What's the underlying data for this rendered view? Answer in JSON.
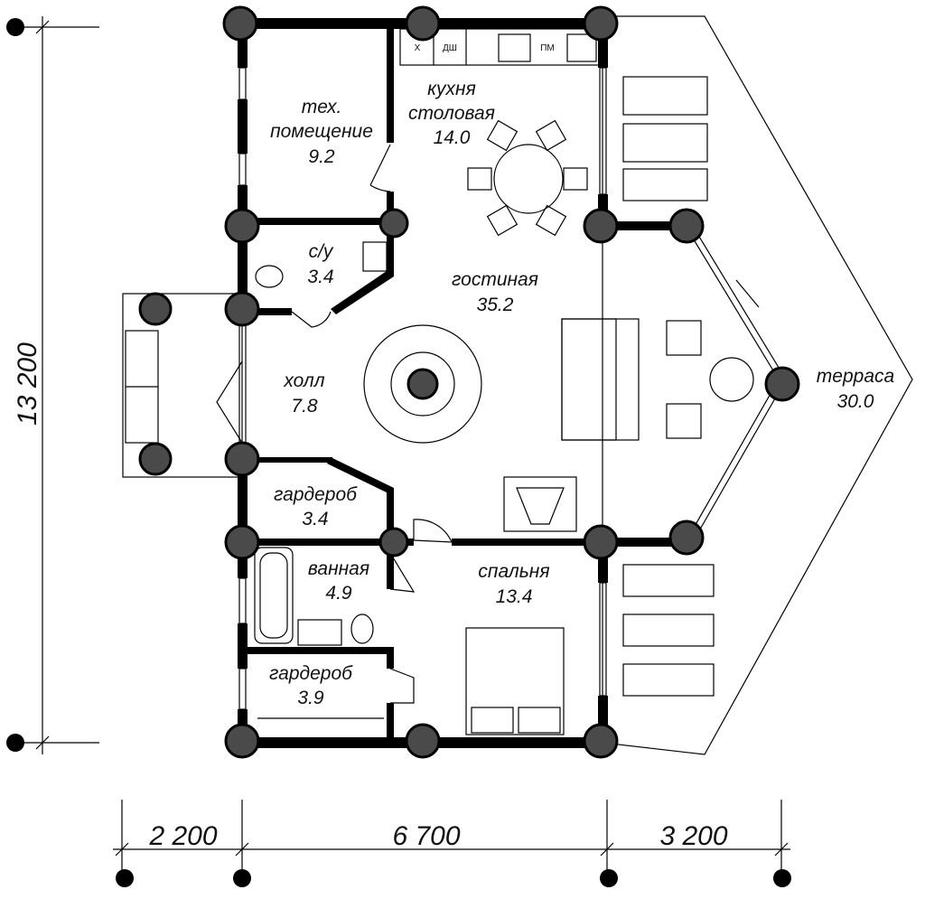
{
  "rooms": {
    "tech": {
      "name1": "тех.",
      "name2": "помещение",
      "area": "9.2"
    },
    "kitchen": {
      "name1": "кухня",
      "name2": "столовая",
      "area": "14.0"
    },
    "wc": {
      "name": "с/у",
      "area": "3.4"
    },
    "living": {
      "name": "гостиная",
      "area": "35.2"
    },
    "hall": {
      "name": "холл",
      "area": "7.8"
    },
    "terrace": {
      "name": "терраса",
      "area": "30.0"
    },
    "wardrobe1": {
      "name": "гардероб",
      "area": "3.4"
    },
    "bath": {
      "name": "ванная",
      "area": "4.9"
    },
    "bedroom": {
      "name": "спальня",
      "area": "13.4"
    },
    "wardrobe2": {
      "name": "гардероб",
      "area": "3.9"
    }
  },
  "appliances": {
    "fridge": "Х",
    "dishwasher": "ДШ",
    "microwave": "ПМ"
  },
  "dimensions": {
    "height": "13 200",
    "w1": "2 200",
    "w2": "6 700",
    "w3": "3 200"
  }
}
